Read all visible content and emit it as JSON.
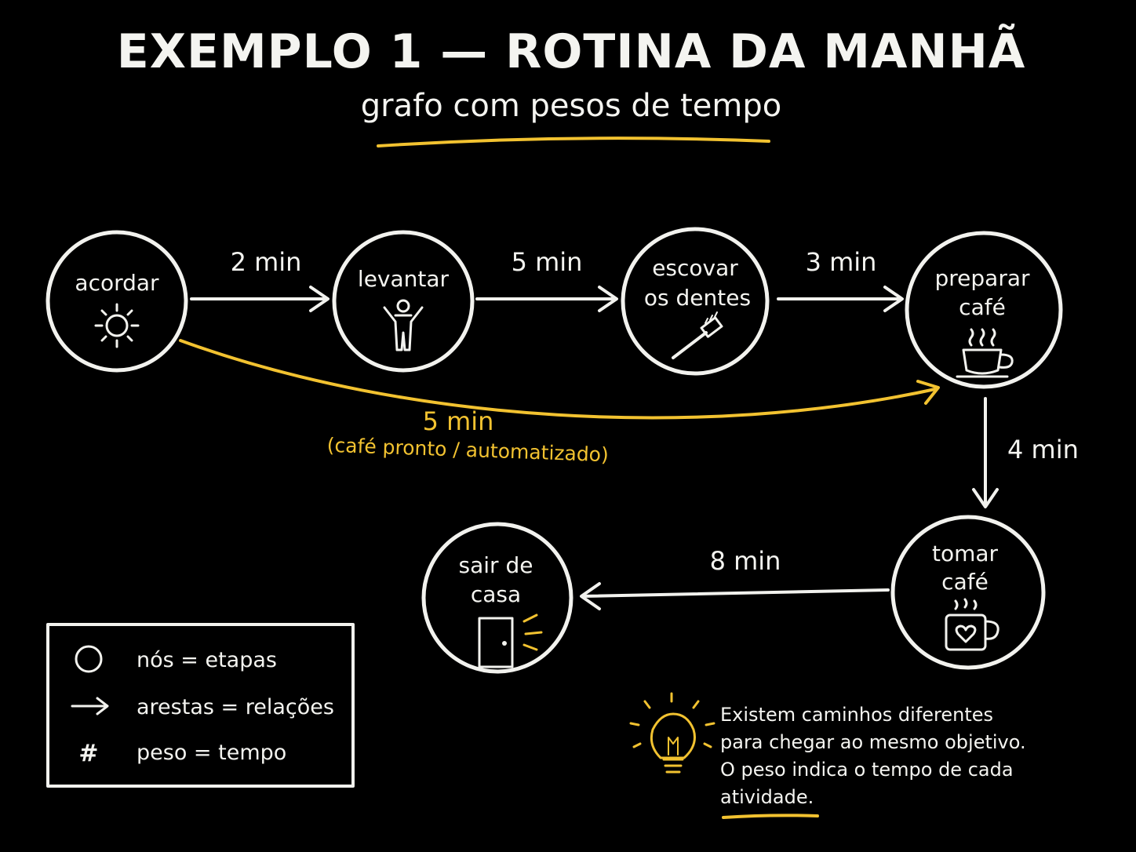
{
  "header": {
    "title": "EXEMPLO 1 — ROTINA DA MANHÃ",
    "subtitle": "grafo com pesos de tempo"
  },
  "nodes": {
    "acordar": {
      "label": "acordar",
      "icon": "sun-icon"
    },
    "levantar": {
      "label": "levantar",
      "icon": "person-stretching-icon"
    },
    "escovar": {
      "line1": "escovar",
      "line2": "os dentes",
      "icon": "toothbrush-icon"
    },
    "preparar": {
      "line1": "preparar",
      "line2": "café",
      "icon": "steaming-cup-icon"
    },
    "tomar": {
      "line1": "tomar",
      "line2": "café",
      "icon": "heart-mug-icon"
    },
    "sair": {
      "line1": "sair de",
      "line2": "casa",
      "icon": "door-icon"
    }
  },
  "edges": {
    "acordar_levantar": "2 min",
    "levantar_escovar": "5 min",
    "escovar_preparar": "3 min",
    "preparar_tomar": "4 min",
    "tomar_sair": "8 min",
    "shortcut": {
      "weight": "5 min",
      "note": "(café pronto / automatizado)"
    }
  },
  "legend": {
    "nodes": "nós = etapas",
    "edges": "arestas = relações",
    "weight_symbol": "#",
    "weight": "peso = tempo"
  },
  "note": {
    "icon": "lightbulb-icon",
    "line1": "Existem caminhos diferentes",
    "line2": "para chegar ao mesmo objetivo.",
    "line3": "O peso indica o tempo de cada",
    "line4": "atividade."
  },
  "colors": {
    "background": "#000000",
    "chalk": "#f2f2ee",
    "accent": "#f2c230"
  }
}
